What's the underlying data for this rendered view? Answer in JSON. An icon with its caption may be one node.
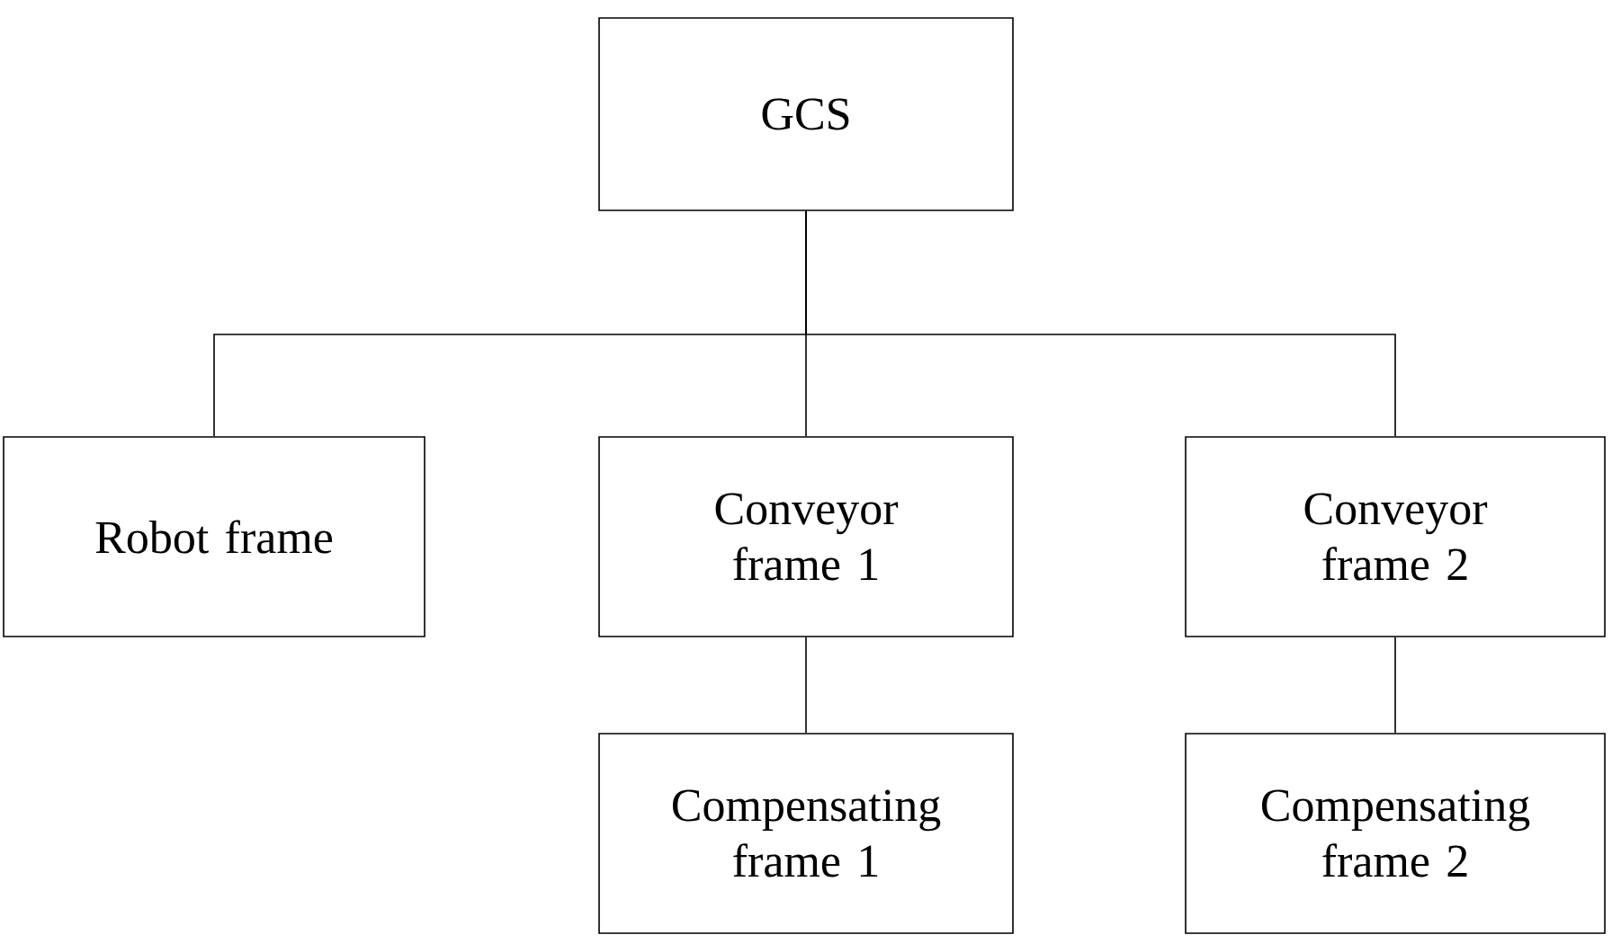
{
  "diagram": {
    "nodes": [
      {
        "text": [
          "GCS"
        ]
      },
      {
        "text": [
          "Robot frame"
        ]
      },
      {
        "text": [
          "Conveyor frame 1"
        ]
      },
      {
        "text": [
          "Conveyor frame 2"
        ]
      },
      {
        "text": [
          "Compensating frame 1"
        ]
      },
      {
        "text": [
          "Compensating frame 2"
        ]
      }
    ],
    "edges": [
      {
        "from": 0,
        "to": 1,
        "arrow": "none"
      },
      {
        "from": 0,
        "to": 2,
        "arrow": "none"
      },
      {
        "from": 0,
        "to": 3,
        "arrow": "none"
      },
      {
        "from": 2,
        "to": 4,
        "arrow": "none"
      },
      {
        "from": 3,
        "to": 5,
        "arrow": "none"
      }
    ]
  }
}
